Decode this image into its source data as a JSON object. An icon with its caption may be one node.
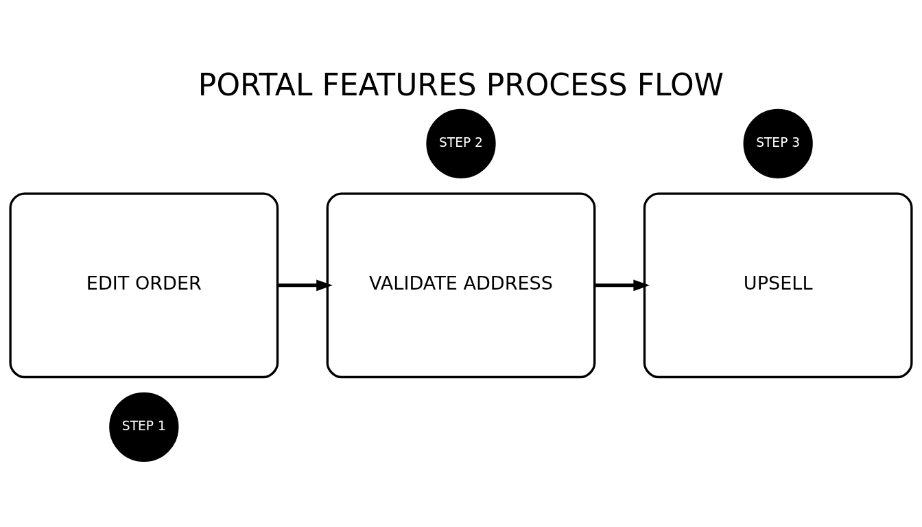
{
  "diagram": {
    "title": "PORTAL FEATURES PROCESS FLOW",
    "nodes": [
      {
        "text": [
          "STEP 1"
        ]
      },
      {
        "text": [
          "EDIT ORDER"
        ]
      },
      {
        "text": [
          "STEP 2"
        ]
      },
      {
        "text": [
          "VALIDATE ADDRESS"
        ]
      },
      {
        "text": [
          "STEP 3"
        ]
      },
      {
        "text": [
          "UPSELL"
        ]
      }
    ],
    "edges": [
      {
        "from": 1,
        "to": 3,
        "arrow": "to"
      },
      {
        "from": 3,
        "to": 5,
        "arrow": "to"
      }
    ]
  }
}
